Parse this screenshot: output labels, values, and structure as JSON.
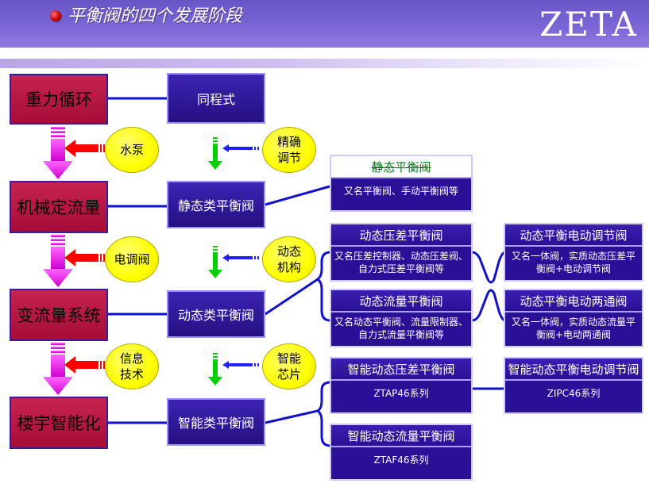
{
  "header": {
    "title": "平衡阀的四个发展阶段",
    "logo": "ZETA"
  },
  "stages": [
    {
      "label": "重力循环"
    },
    {
      "label": "机械定流量"
    },
    {
      "label": "变流量系统"
    },
    {
      "label": "楼宇智能化"
    }
  ],
  "valves": [
    {
      "label": "同程式"
    },
    {
      "label": "静态类平衡阀"
    },
    {
      "label": "动态类平衡阀"
    },
    {
      "label": "智能类平衡阀"
    }
  ],
  "left_drivers": [
    {
      "lines": [
        "水泵"
      ]
    },
    {
      "lines": [
        "电调阀"
      ]
    },
    {
      "lines": [
        "信息",
        "技术"
      ]
    }
  ],
  "right_drivers": [
    {
      "lines": [
        "精确",
        "调节"
      ]
    },
    {
      "lines": [
        "动态",
        "机构"
      ]
    },
    {
      "lines": [
        "智能",
        "芯片"
      ]
    }
  ],
  "static_box": {
    "title": "静态平衡阀",
    "desc": "又名平衡阀、手动平衡阀等"
  },
  "dynamic_boxes": [
    {
      "title": "动态压差平衡阀",
      "desc": "又名压差控制器、动态压差阀、自力式压差平衡阀等"
    },
    {
      "title": "动态流量平衡阀",
      "desc": "又名动态平衡阀、流量限制器、自力式流量平衡阀等"
    }
  ],
  "electric_boxes": [
    {
      "title": "动态平衡电动调节阀",
      "desc": "又名一体阀，实质动态压差平衡阀+电动调节阀"
    },
    {
      "title": "动态平衡电动两通阀",
      "desc": "又名一体阀，实质动态流量平衡阀+电动两通阀"
    }
  ],
  "smart_boxes": [
    {
      "title": "智能动态压差平衡阀",
      "desc": "ZTAP46系列"
    },
    {
      "title": "智能动态流量平衡阀",
      "desc": "ZTAF46系列"
    },
    {
      "title": "智能动态平衡电动调节阀",
      "desc": "ZIPC46系列"
    }
  ],
  "colors": {
    "header_bg": "#7c67d6",
    "stage_fill": "#b01843",
    "valve_fill": "#2e1590",
    "connector_line": "#1010d0",
    "arrow_magenta": "#ff00ff",
    "arrow_red": "#ff0000",
    "arrow_blue": "#2020ff",
    "arrow_green": "#00d000",
    "driver_circle": "#ffff00"
  }
}
